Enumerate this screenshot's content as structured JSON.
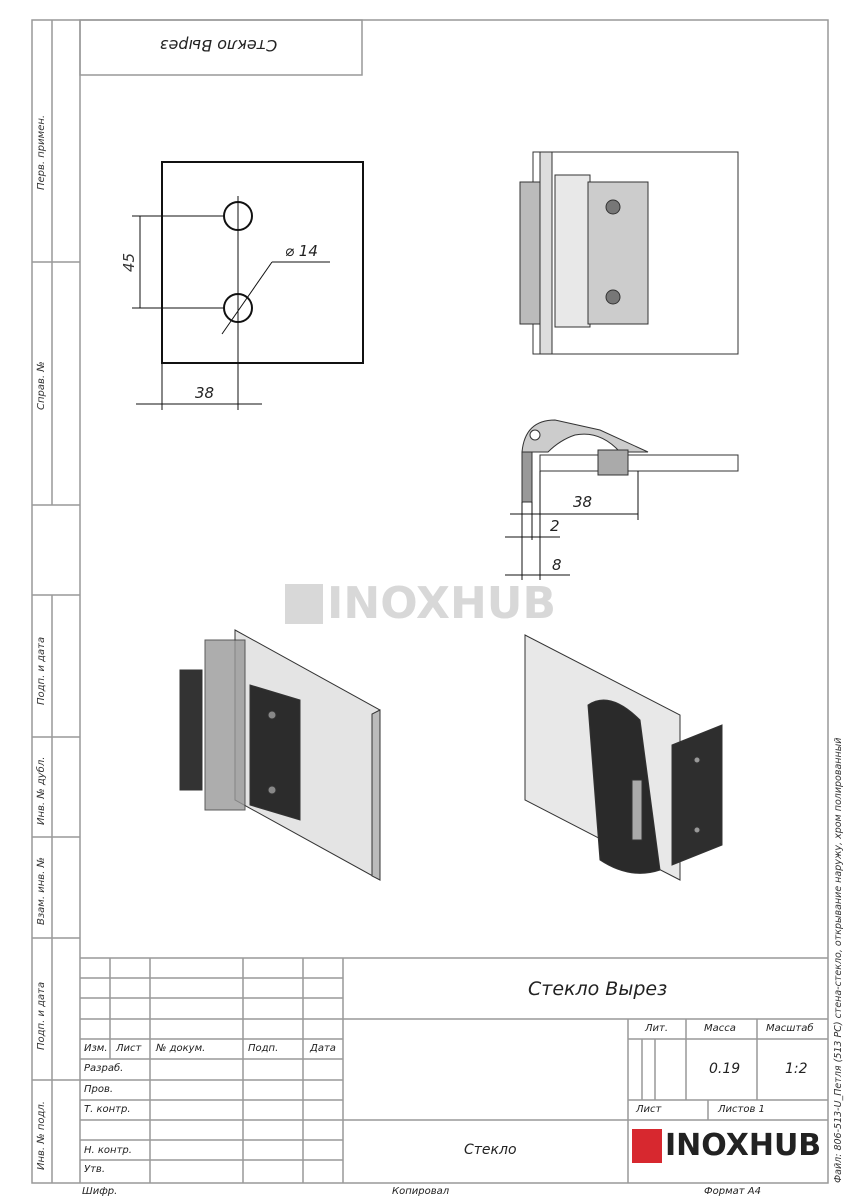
{
  "mirrored_label": "Стекло Вырез",
  "side_labels": [
    "Перв. примен.",
    "Справ. №",
    "Подп. и дата",
    "Инв. № дубл.",
    "Взам. инв. №",
    "Подп. и дата",
    "Инв. № подл."
  ],
  "dimensions": {
    "hole_spacing": "45",
    "hole_diameter": "⌀ 14",
    "edge_offset": "38",
    "glass_depth": "38",
    "gap": "2",
    "thickness": "8"
  },
  "watermark": "INOXHUB",
  "title_block": {
    "title": "Стекло Вырез",
    "material": "Стекло",
    "headers": [
      "Изм.",
      "Лист",
      "№ докум.",
      "Подп.",
      "Дата"
    ],
    "roles": [
      "Разраб.",
      "Пров.",
      "Т. контр.",
      "",
      "Н. контр.",
      "Утв."
    ],
    "lit_label": "Лит.",
    "mass_label": "Масса",
    "scale_label": "Масштаб",
    "mass": "0.19",
    "scale": "1:2",
    "sheet_label": "Лист",
    "sheets_label": "Листов 1",
    "logo_text": "INOXHUB",
    "brand_color": "#d7282f"
  },
  "footer": {
    "cipher": "Шифр.",
    "copied": "Копировал",
    "format": "Формат А4"
  },
  "file_note": "Файл: 806-513-U_Петля (513 PC) стена-стекло, открывание наружу, хром полированный"
}
